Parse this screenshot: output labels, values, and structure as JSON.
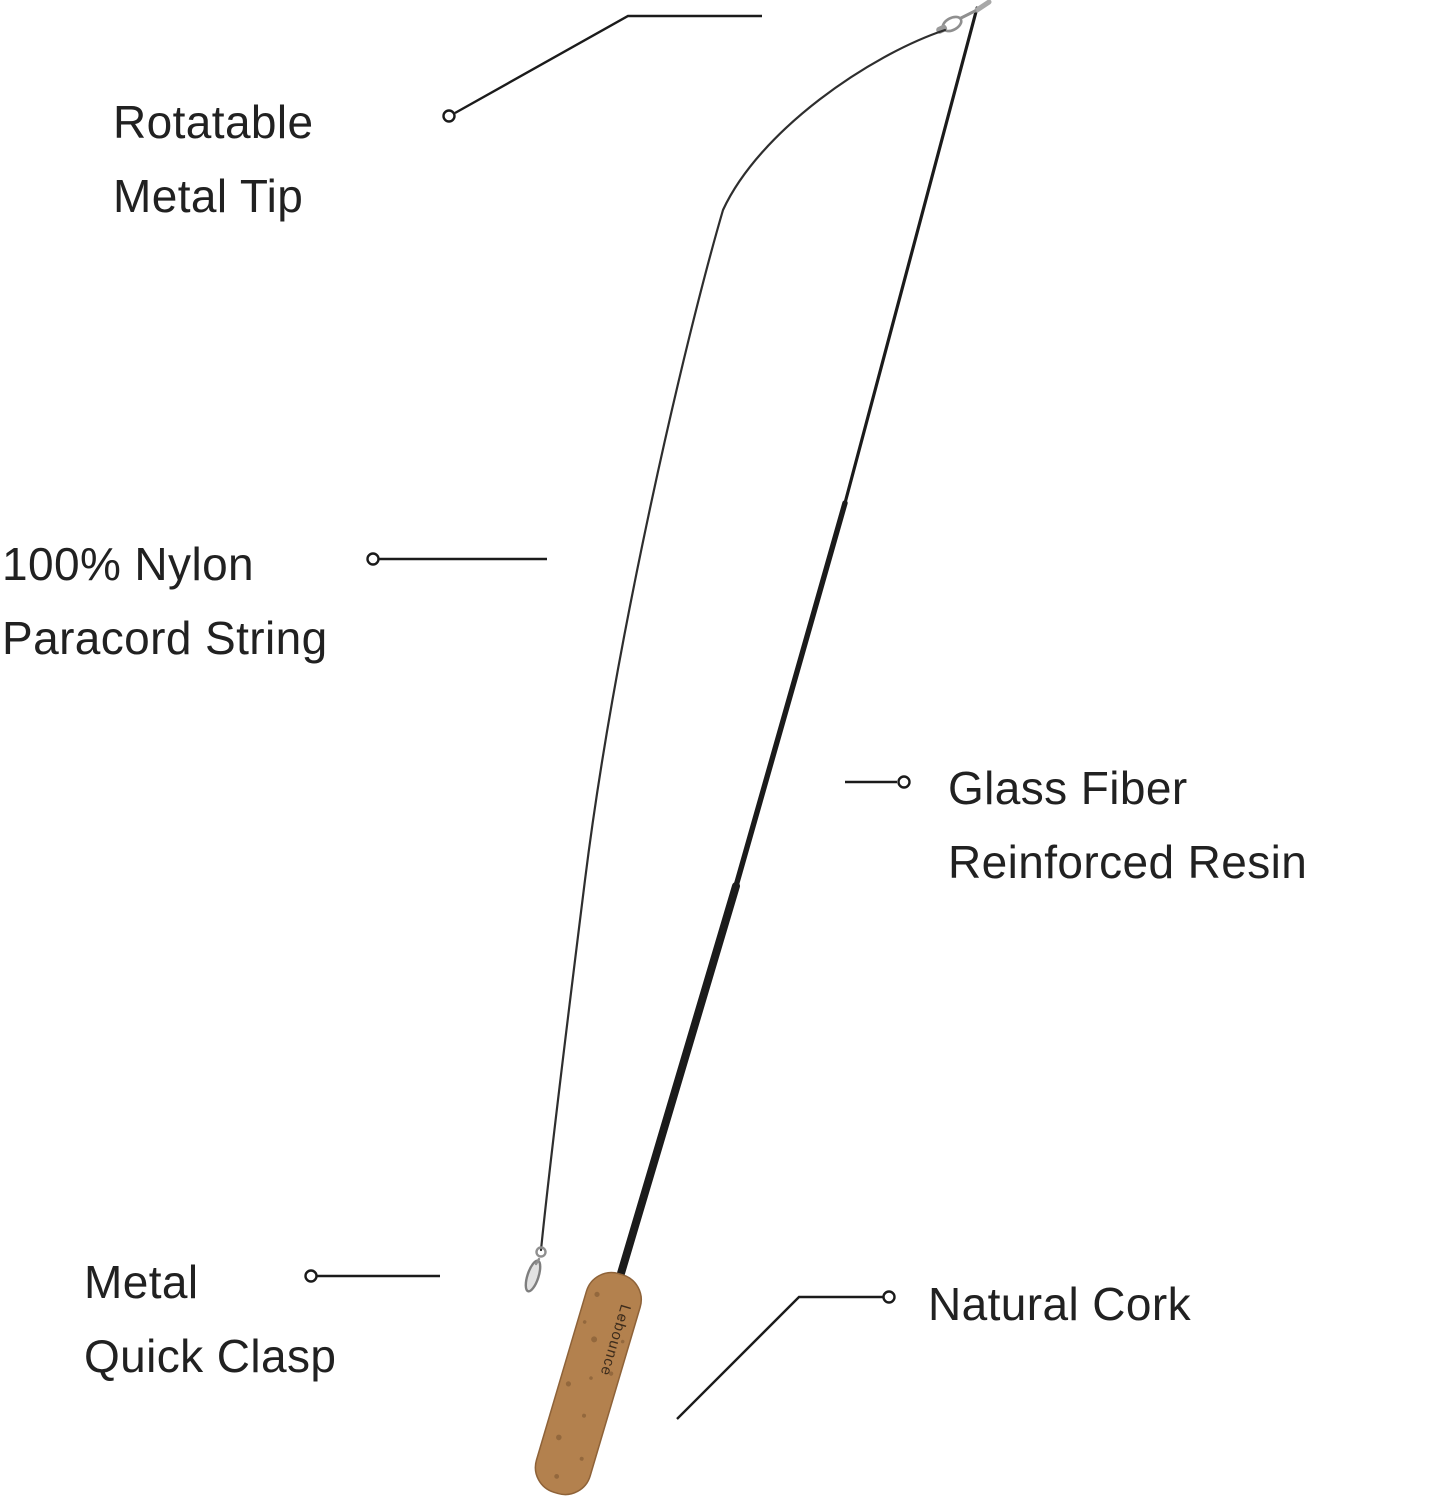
{
  "diagram": {
    "labels": {
      "metal_tip": {
        "line1": "Rotatable",
        "line2": "Metal Tip"
      },
      "paracord": {
        "line1": "100% Nylon",
        "line2": "Paracord String"
      },
      "resin": {
        "line1": "Glass Fiber",
        "line2": "Reinforced Resin"
      },
      "clasp": {
        "line1": "Metal",
        "line2": "Quick Clasp"
      },
      "cork": {
        "line1": "Natural Cork"
      }
    },
    "handle_brand": "Lebounce",
    "colors": {
      "background": "#ffffff",
      "text": "#212121",
      "rod": "#1b1b1b",
      "string": "#2e2e2e",
      "cork": "#b3814e",
      "cork_speckle": "#7a5430",
      "metal": "#8f8f8f",
      "leader": "#1b1b1b"
    }
  }
}
